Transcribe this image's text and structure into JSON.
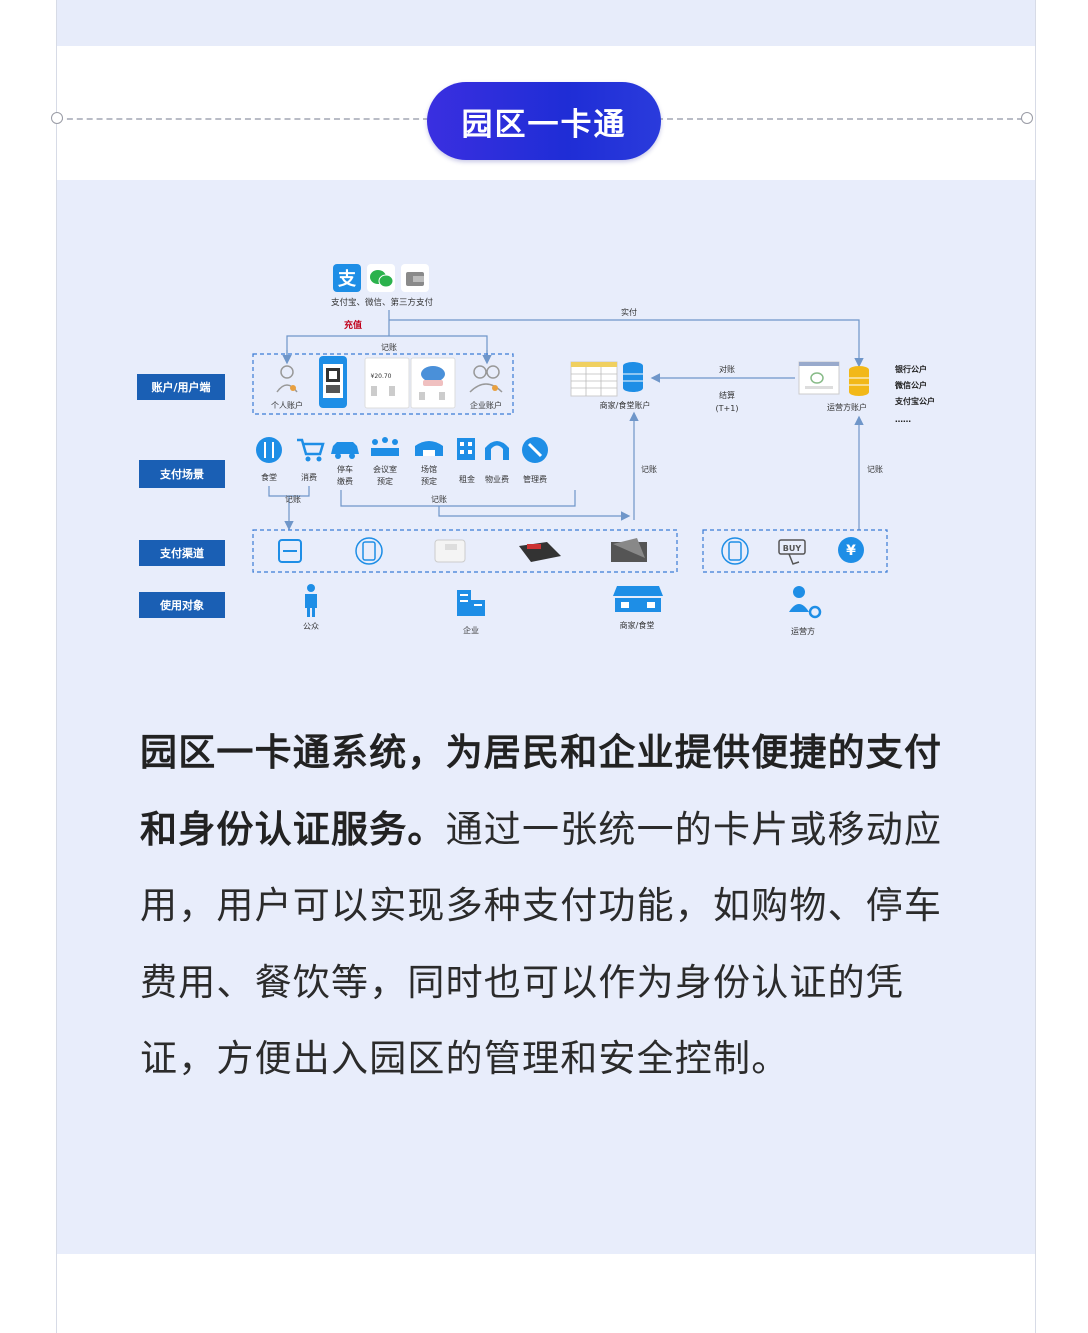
{
  "title": "园区一卡通",
  "diagram": {
    "payment_methods_label": "支付宝、微信、第三方支付",
    "recharge_label": "充值",
    "shifu_label": "实付",
    "jizhang_label": "记账",
    "duizhang_label": "对账",
    "jiesuan_label": "结算",
    "t1_label": "(T+1)",
    "phone_amount": "¥20.70",
    "rows": {
      "account": "账户/用户端",
      "scene": "支付场景",
      "channel": "支付渠道",
      "target": "使用对象"
    },
    "accounts": {
      "personal": "个人账户",
      "enterprise": "企业账户",
      "merchant": "商家/食堂账户",
      "operator": "运营方账户"
    },
    "bank_accounts": [
      "银行公户",
      "微信公户",
      "支付宝公户",
      "……"
    ],
    "scenes": {
      "canteen": "食堂",
      "consume": "消费",
      "parking_1": "停车",
      "parking_2": "缴费",
      "meeting_1": "会议室",
      "meeting_2": "预定",
      "venue_1": "场馆",
      "venue_2": "预定",
      "rent": "租金",
      "property": "物业费",
      "management": "管理费"
    },
    "targets": {
      "public": "公众",
      "enterprise": "企业",
      "merchant": "商家/食堂",
      "operator": "运营方"
    },
    "colors": {
      "row_label_bg": "#1a5fb4",
      "icon_blue": "#1e8ee6",
      "line": "#6f96c9",
      "accent_red": "#c0001a"
    }
  },
  "paragraph": {
    "bold": "园区一卡通系统，为居民和企业提供便捷的支付和身份认证服务。",
    "normal": "通过一张统一的卡片或移动应用，用户可以实现多种支付功能，如购物、停车费用、餐饮等，同时也可以作为身份认证的凭证，方便出入园区的管理和安全控制。"
  }
}
